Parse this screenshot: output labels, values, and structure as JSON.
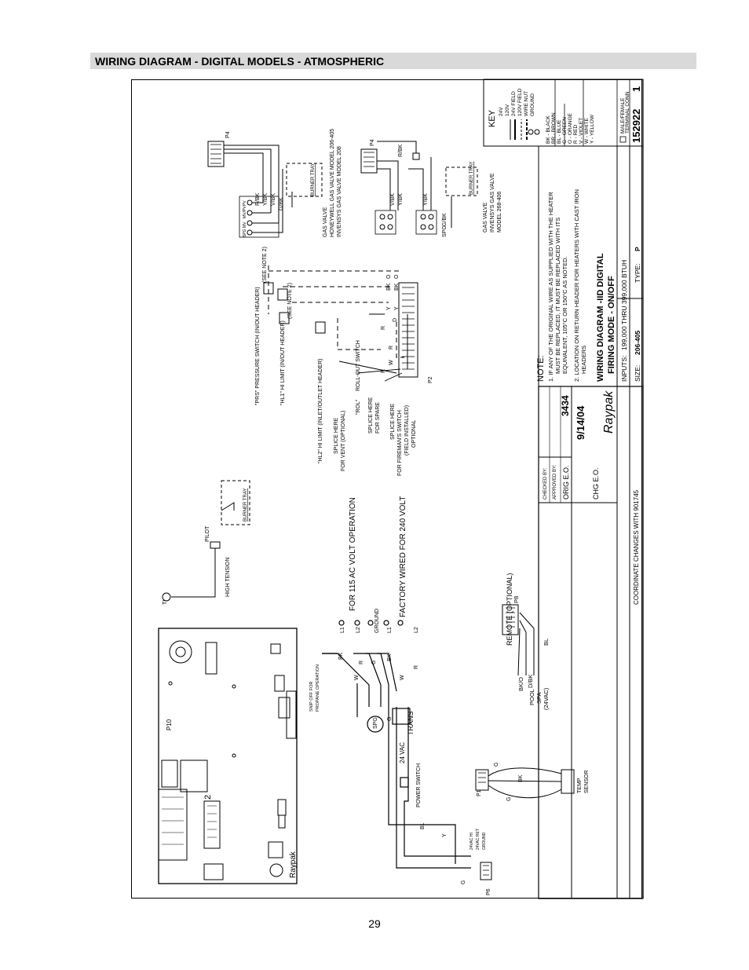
{
  "section_title": "WIRING DIAGRAM - DIGITAL MODELS - ATMOSPHERIC",
  "page_number": "29",
  "title_block": {
    "key_heading": "KEY",
    "key_lines": [
      "24V",
      "120V",
      "24V FIELD",
      "120V FIELD",
      "WIRE NUT",
      "GROUND"
    ],
    "color_codes": [
      "BK - BLACK",
      "BR - BROWN",
      "BL - BLUE",
      "G - GREEN",
      "O - ORANGE",
      "R - RED",
      "V - VIOLET",
      "W - WHITE",
      "Y - YELLOW"
    ],
    "male_female": "MALE/FEMALE",
    "terminal_conn": "TERMINAL CONN",
    "drawing_number": "152922",
    "sheet": "1",
    "checked_by": "CHECKED BY:",
    "approved_by": "APPROVED BY:",
    "orig_eo_label": "ORIG E.O.",
    "orig_eo_value": "3434",
    "date": "9/14/04",
    "chg_eo_label": "CHG E.O.",
    "brand": "Raypak",
    "coordinate": "COORDINATE CHANGES WITH 901745",
    "note_heading": "NOTE:",
    "note1_a": "1.  IF ANY OF THE ORIGINAL WIRE AS SUPPLIED WITH THE HEATER",
    "note1_b": "MUST BE REPLACED, IT MUST BE REPLACED WITH ITS",
    "note1_c": "EQUIVALENT, 105°C OR 150°C AS NOTED.",
    "note2_a": "2.  LOCATION ON RETURN HEADER FOR HEATERS WITH CAST IRON",
    "note2_b": "HEADERS",
    "dwg_title_1": "WIRING DIAGRAM -IID DIGITAL",
    "dwg_title_2": "FIRING MODE - ON/OFF",
    "inputs_label": "INPUTS:",
    "inputs_value": "199,000  THRU  399,000 BTUH",
    "size_label": "SIZE:",
    "size_value": "206-405",
    "type_label": "TYPE:",
    "type_value": "P"
  },
  "valves": {
    "upper_pins": [
      "R/BK",
      "Y/BK",
      "V/BK",
      "G/BK"
    ],
    "upper_terms": [
      "PV",
      "MV/PV",
      "MV",
      "SPG"
    ],
    "upper_caption": [
      "GAS VALVE",
      "HONEYWELL GAS VALVE MODEL 206-405",
      "INVENSYS GAS VALVE MODEL 208"
    ],
    "lower_pins": [
      "V/BK",
      "Y/BK",
      "Y/BK",
      "G/BK",
      "R/BK"
    ],
    "lower_caption": [
      "GAS VALVE",
      "INVENSYS GAS VALVE",
      "MODEL 268-406"
    ],
    "burner_tray": "BURNER TRAY",
    "spg": "SPG",
    "p4": "P4"
  },
  "limits": {
    "prs": "\"PRS\" PRESSURE SWITCH (IN/OUT HEADER)",
    "prs_note": "(SEE NOTE 2)",
    "hl1": "\"HL1\" HI LIMIT (IN/OUT HEADER)",
    "hl1_note": "(SEE NOTE 2)",
    "hl2": "\"HL2\" HI LIMIT (INLET/OUTLET HEADER)",
    "splice_vent": [
      "SPLICE HERE",
      "FOR VENT (OPTIONAL)"
    ],
    "rol": [
      "\"ROL\"",
      "ROLL-OUT SWITCH"
    ],
    "splice_spare": [
      "SPLICE HERE",
      "FOR SPARE"
    ],
    "splice_fireman": [
      "SPLICE HERE",
      "FOR FIREMAN'S SWITCH",
      "(FIELD INSTALLED)",
      "OPTIONAL"
    ],
    "p2": "P2",
    "p2_labels": [
      "R",
      "W",
      "R",
      "R",
      "D",
      "Y",
      "Y",
      "BK",
      "BK",
      "O",
      "O"
    ]
  },
  "pilot": {
    "pilot": "PILOT",
    "high_tension": "HIGH TENSION",
    "ti": "TI",
    "burner_tray": "BURNER TRAY"
  },
  "power": {
    "op_115": "FOR 115 AC VOLT OPERATION",
    "op_240": "FACTORY WIRED FOR 240 VOLT",
    "l1": "L1",
    "l2": "L2",
    "ground": "GROUND",
    "bk": "BK",
    "w": "W",
    "r": "R",
    "g": "G",
    "trans": "TRANS",
    "vac24": "24 VAC",
    "power_switch": "POWER SWITCH",
    "spg": "SPG"
  },
  "remote": {
    "heading": "REMOTE (OPTIONAL)",
    "pool": "POOL",
    "spa": "SPA",
    "vac": "(24VAC)",
    "wires": [
      "BK/O",
      "D/BK",
      "BL"
    ],
    "p8": "P8"
  },
  "board": {
    "p10": "P10",
    "raypak": "Raypak",
    "two": "2",
    "propane": [
      "SNIP OFF FOR",
      "PROPANE OPERATION"
    ],
    "p6": "P6",
    "p6_terms": [
      "24VAC HI",
      "24VAC RET",
      "GROUND"
    ],
    "p6_wires": [
      "BL",
      "Y",
      "G"
    ],
    "p1": "P1",
    "temp_sensor": [
      "TEMP",
      "SENSOR"
    ],
    "sensor_wires": [
      "G",
      "BK",
      "G"
    ]
  }
}
